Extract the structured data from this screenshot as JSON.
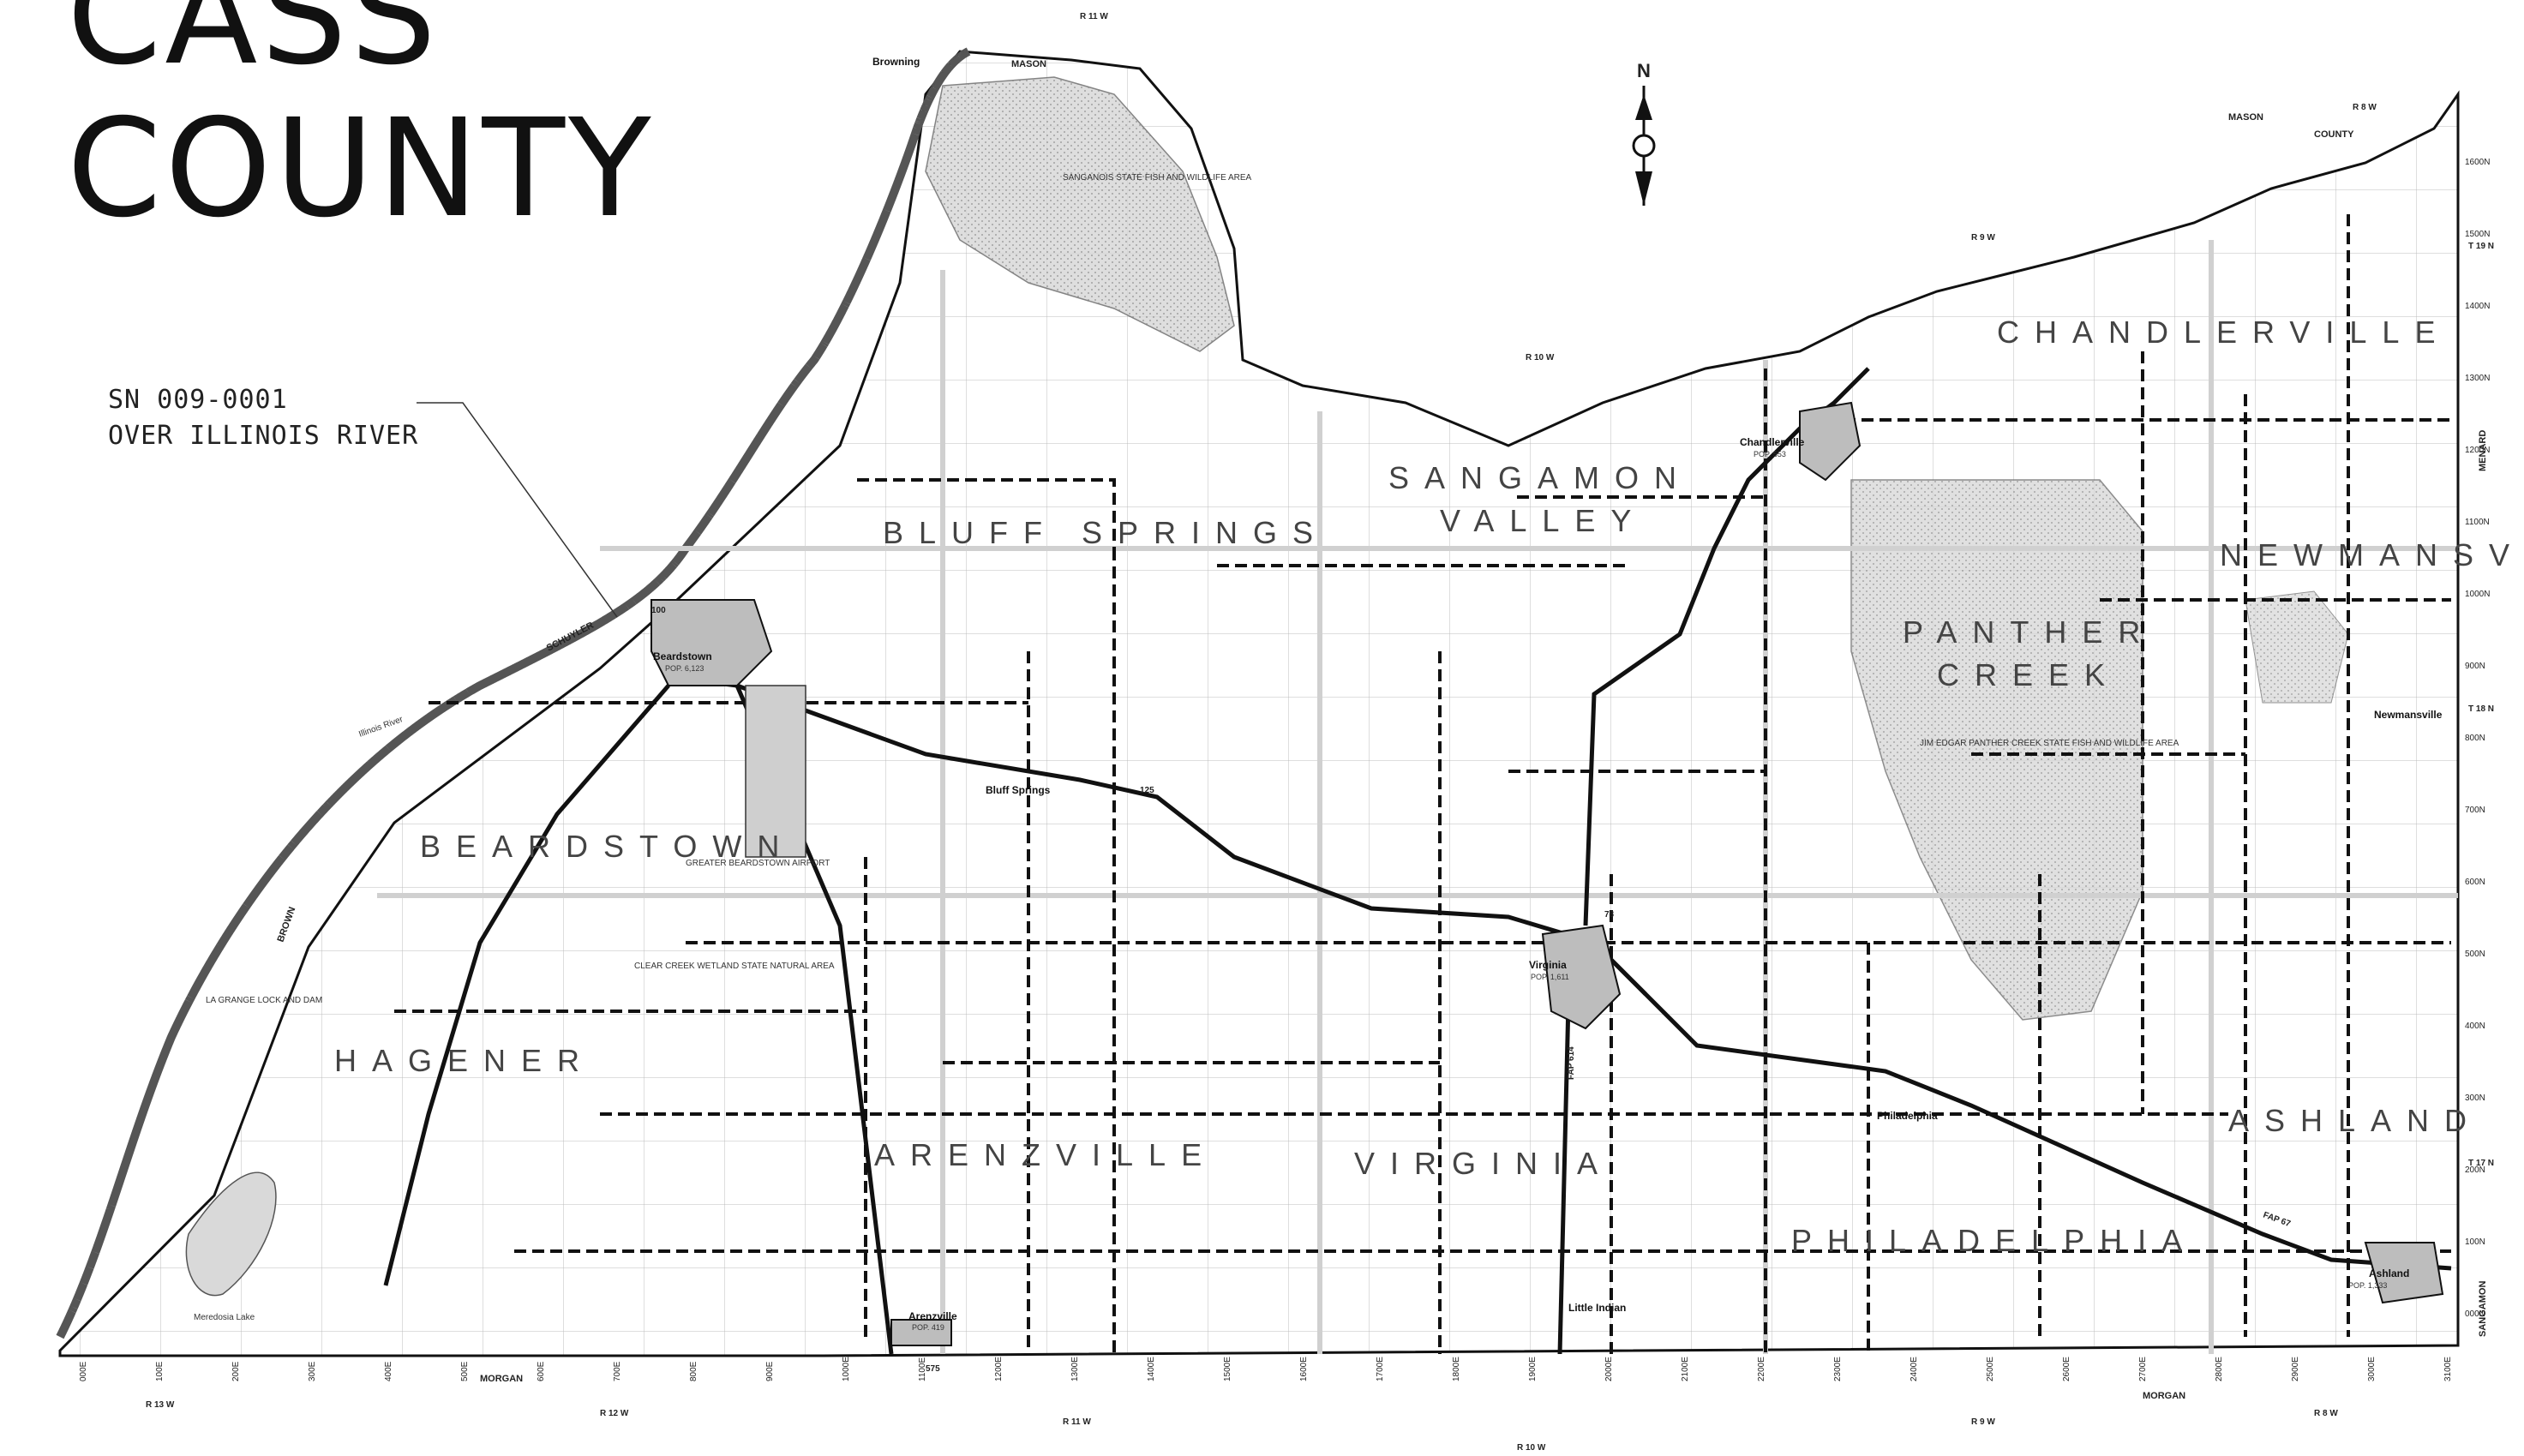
{
  "title": {
    "line1": "CASS",
    "line2": "COUNTY"
  },
  "callout": {
    "line1": "SN 009-0001",
    "line2": "OVER ILLINOIS RIVER"
  },
  "north_label": "N",
  "townships": [
    "CHANDLERVILLE",
    "SANGAMON",
    "VALLEY",
    "BLUFF SPRINGS",
    "NEWMANSVILLE",
    "PANTHER",
    "CREEK",
    "BEARDSTOWN",
    "HAGENER",
    "ARENZVILLE",
    "VIRGINIA",
    "PHILADELPHIA",
    "ASHLAND"
  ],
  "towns": {
    "beardstown": {
      "name": "Beardstown",
      "pop": "POP. 6,123"
    },
    "chandlerville": {
      "name": "Chandlerville",
      "pop": "POP. 553"
    },
    "virginia": {
      "name": "Virginia",
      "pop": "POP. 1,611"
    },
    "arenzville": {
      "name": "Arenzville",
      "pop": "POP. 419"
    },
    "ashland": {
      "name": "Ashland",
      "pop": "POP. 1,333"
    },
    "philadelphia": {
      "name": "Philadelphia"
    },
    "bluff_springs": {
      "name": "Bluff Springs"
    },
    "newmansville": {
      "name": "Newmansville"
    },
    "little_indian": {
      "name": "Little Indian"
    },
    "browning": {
      "name": "Browning"
    }
  },
  "county_edges": {
    "mason_n": "MASON",
    "county_word": "COUNTY",
    "mason_ne": "MASON",
    "schuyler": "SCHUYLER",
    "brown": "BROWN",
    "morgan": "MORGAN",
    "menard": "MENARD",
    "sangamon": "SANGAMON"
  },
  "places": {
    "sanganois": "SANGANOIS STATE FISH AND WILDLIFE AREA",
    "jim_edgar": "JIM EDGAR PANTHER CREEK STATE FISH AND WILDLIFE AREA",
    "airport": "GREATER BEARDSTOWN AIRPORT",
    "clear_creek": "CLEAR CREEK WETLAND STATE NATURAL AREA",
    "lagrange": "LA GRANGE LOCK AND DAM",
    "meredosia_lake": "Meredosia Lake",
    "illinois_river": "Illinois River"
  },
  "ranges_top": [
    "R 11 W",
    "R 10 W",
    "R 9 W",
    "R 8 W"
  ],
  "ranges_bottom": [
    "R 13 W",
    "R 12 W",
    "R 11 W",
    "R 10 W",
    "R 9 W",
    "R 8 W"
  ],
  "townships_side": [
    "T 19 N",
    "T 18 N",
    "T 17 N"
  ],
  "grid_north": [
    "1600N",
    "1500N",
    "1400N",
    "1300N",
    "1200N",
    "1100N",
    "1000N",
    "900N",
    "800N",
    "700N",
    "600N",
    "500N",
    "400N",
    "300N",
    "200N",
    "100N",
    "000N"
  ],
  "grid_east": [
    "000E",
    "100E",
    "200E",
    "300E",
    "400E",
    "500E",
    "600E",
    "700E",
    "800E",
    "900E",
    "1000E",
    "1100E",
    "1200E",
    "1300E",
    "1400E",
    "1500E",
    "1600E",
    "1700E",
    "1800E",
    "1900E",
    "2000E",
    "2100E",
    "2200E",
    "2300E",
    "2400E",
    "2500E",
    "2600E",
    "2700E",
    "2800E",
    "2900E",
    "3000E",
    "3100E"
  ],
  "routes": {
    "main_east": "125",
    "main_ns": "78",
    "fap67": "FAP 67",
    "fap614": "FAP 614",
    "ir100": "100",
    "r575": "575"
  },
  "colors": {
    "ink": "#111111",
    "road": "#1a1a1a",
    "public_land": "#cfcfcf",
    "town_fill": "#bdbdbd",
    "water": "#d9d9d9"
  }
}
